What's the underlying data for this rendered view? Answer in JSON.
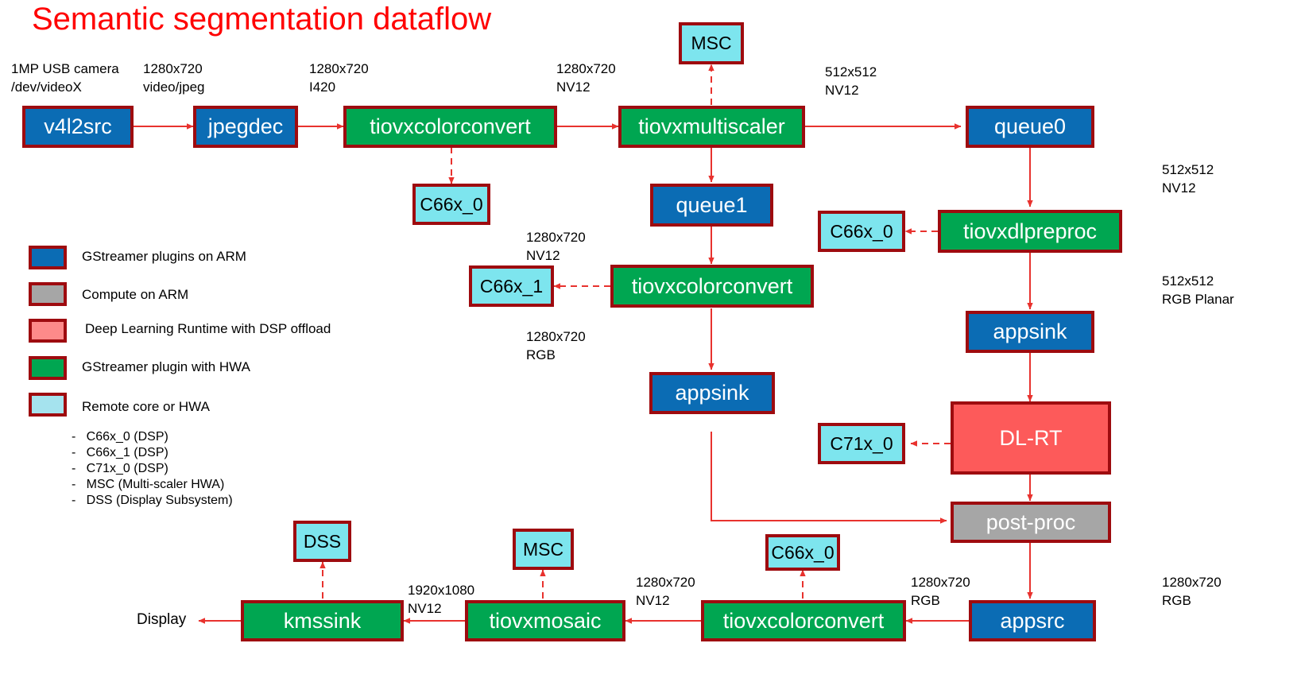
{
  "title": "Semantic segmentation dataflow",
  "colors": {
    "blue": "#0b6cb4",
    "green": "#00a651",
    "red": "#fd5a5a",
    "gray": "#a6a6a6",
    "cyan": "#7de5ee",
    "border": "#9e0b0f",
    "arrow": "#e8322e",
    "title": "#ff0000"
  },
  "nodes": {
    "v4l2src": "v4l2src",
    "jpegdec": "jpegdec",
    "colorconvert_top": "tiovxcolorconvert",
    "c66x0_top": "C66x_0",
    "multiscaler": "tiovxmultiscaler",
    "msc_top": "MSC",
    "queue0": "queue0",
    "queue1": "queue1",
    "dlpreproc": "tiovxdlpreproc",
    "c66x0_preproc": "C66x_0",
    "colorconvert_mid": "tiovxcolorconvert",
    "c66x1_mid": "C66x_1",
    "appsink_right": "appsink",
    "appsink_mid": "appsink",
    "dlrt": "DL-RT",
    "c71x0": "C71x_0",
    "postproc": "post-proc",
    "appsrc": "appsrc",
    "colorconvert_bottom": "tiovxcolorconvert",
    "c66x0_bottom": "C66x_0",
    "mosaic": "tiovxmosaic",
    "msc_bottom": "MSC",
    "kmssink": "kmssink",
    "dss": "DSS",
    "display": "Display"
  },
  "captions": {
    "camera": "1MP USB camera\n/dev/videoX",
    "cap_jpeg": "1280x720\nvideo/jpeg",
    "cap_i420": "1280x720\nI420",
    "cap_nv12_top": "1280x720\nNV12",
    "cap_512_nv12_top": "512x512\nNV12",
    "cap_512_nv12_right": "512x512\nNV12",
    "cap_512_rgbp": "512x512\nRGB Planar",
    "cap_nv12_mid": "1280x720\nNV12",
    "cap_rgb_mid": "1280x720\nRGB",
    "cap_rgb_right": "1280x720\nRGB",
    "cap_rgb_appsrc": "1280x720\nRGB",
    "cap_nv12_bottom": "1280x720\nNV12",
    "cap_1080_nv12": "1920x1080\nNV12"
  },
  "legend": {
    "items": [
      {
        "color": "#0b6cb4",
        "label": "GStreamer plugins on ARM",
        "name": "gstreamer-arm"
      },
      {
        "color": "#a6a6a6",
        "label": "Compute on ARM",
        "name": "compute-arm"
      },
      {
        "color": "#fd8a8a",
        "label": "Deep Learning Runtime with DSP offload",
        "name": "dlrt-dsp"
      },
      {
        "color": "#00a651",
        "label": "GStreamer plugin with HWA",
        "name": "gstreamer-hwa"
      },
      {
        "color": "#a5e3ee",
        "label": "Remote core or HWA",
        "name": "remote-core-hwa"
      }
    ],
    "bullets": [
      "-   C66x_0 (DSP)",
      "-   C66x_1 (DSP)",
      "-   C71x_0 (DSP)",
      "-   MSC (Multi-scaler HWA)",
      "-   DSS (Display Subsystem)"
    ]
  }
}
